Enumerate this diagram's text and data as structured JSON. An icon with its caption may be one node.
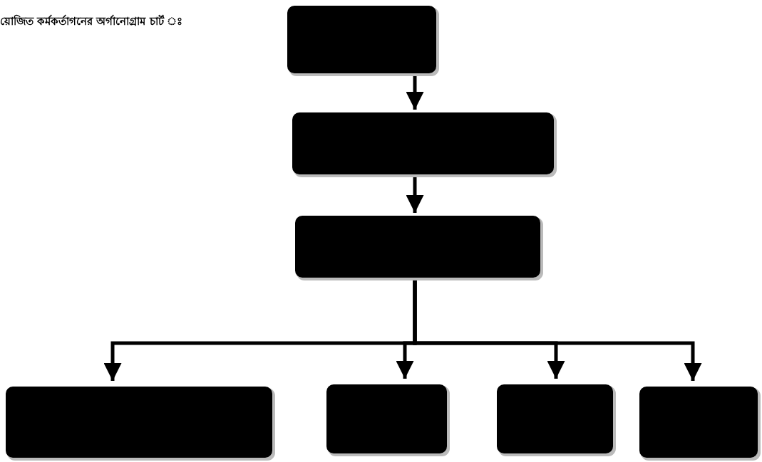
{
  "diagram": {
    "title": "য়োজিত কর্মকর্তাগনের অর্গানোগ্রাম চার্ট ঃ",
    "nodes": [
      {
        "text": [],
        "shape": "box"
      },
      {
        "text": [],
        "shape": "box"
      },
      {
        "text": [],
        "shape": "box"
      },
      {
        "text": [],
        "shape": "box"
      },
      {
        "text": [],
        "shape": "box"
      },
      {
        "text": [],
        "shape": "box"
      },
      {
        "text": [],
        "shape": "box"
      }
    ],
    "edges": [
      {
        "from": 0,
        "to": 1,
        "arrow": "to"
      },
      {
        "from": 1,
        "to": 2,
        "arrow": "to"
      },
      {
        "from": 2,
        "to": 3,
        "arrow": "to"
      },
      {
        "from": 2,
        "to": 4,
        "arrow": "to"
      },
      {
        "from": 2,
        "to": 5,
        "arrow": "to"
      },
      {
        "from": 2,
        "to": 6,
        "arrow": "to"
      }
    ]
  }
}
